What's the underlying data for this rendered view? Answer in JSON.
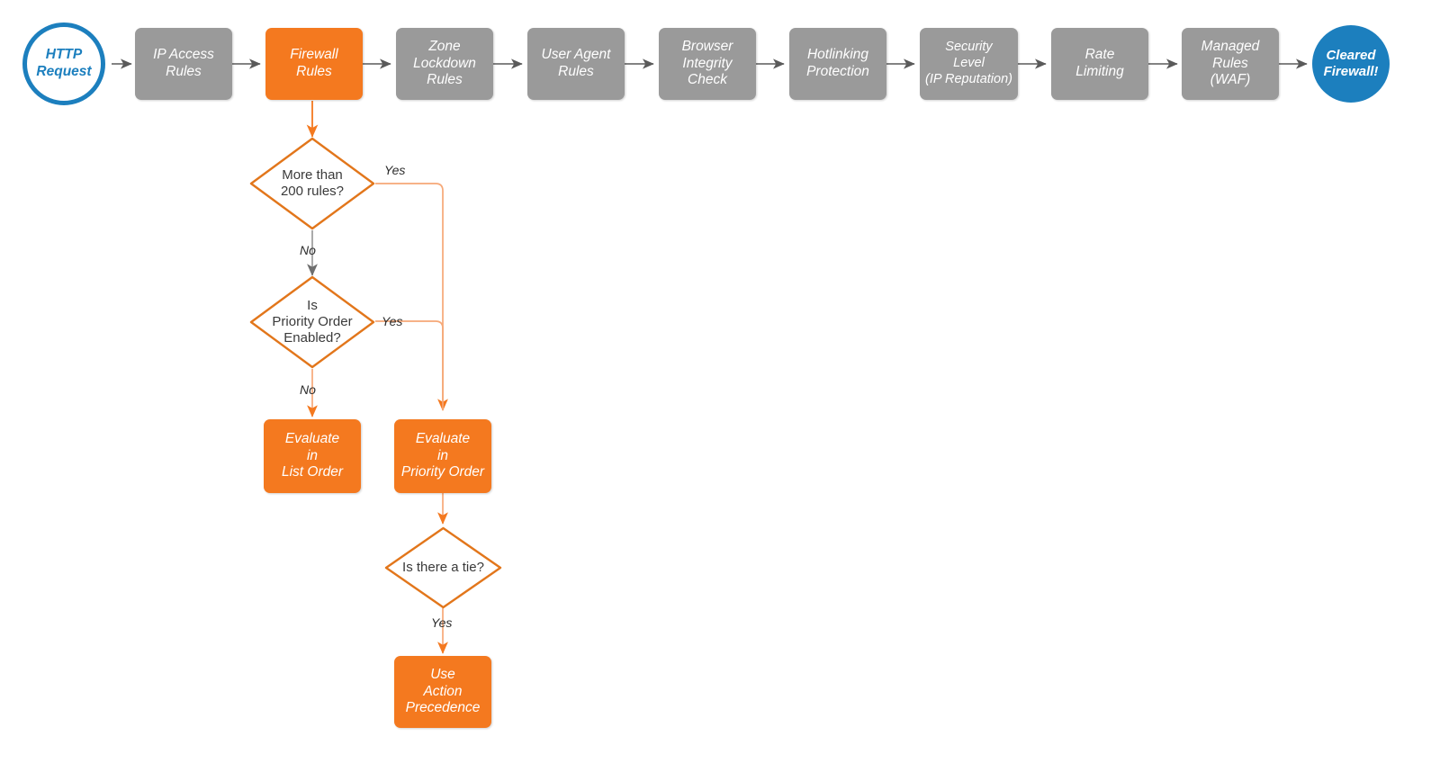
{
  "diagram": {
    "title": "Cloudflare firewall request evaluation order flowchart",
    "colors": {
      "gray_node": "#9a9a9a",
      "orange_node": "#f4791f",
      "blue_accent": "#1c7fbe",
      "orange_stroke": "#e2761b",
      "light_orange_edge": "#f6a877",
      "gray_edge": "#5a5a5a",
      "background": "#ffffff",
      "decision_text": "#3a3a3a"
    },
    "pipeline": [
      {
        "id": "http-request",
        "label": "HTTP\nRequest",
        "shape": "circle-open",
        "style": "blue"
      },
      {
        "id": "ip-access-rules",
        "label": "IP Access\nRules",
        "shape": "process",
        "style": "gray"
      },
      {
        "id": "firewall-rules",
        "label": "Firewall\nRules",
        "shape": "process",
        "style": "orange"
      },
      {
        "id": "zone-lockdown-rules",
        "label": "Zone\nLockdown\nRules",
        "shape": "process",
        "style": "gray"
      },
      {
        "id": "user-agent-rules",
        "label": "User Agent\nRules",
        "shape": "process",
        "style": "gray"
      },
      {
        "id": "browser-integrity-check",
        "label": "Browser\nIntegrity\nCheck",
        "shape": "process",
        "style": "gray"
      },
      {
        "id": "hotlinking-protection",
        "label": "Hotlinking\nProtection",
        "shape": "process",
        "style": "gray"
      },
      {
        "id": "security-level",
        "label": "Security\nLevel\n(IP Reputation)",
        "shape": "process",
        "style": "gray"
      },
      {
        "id": "rate-limiting",
        "label": "Rate\nLimiting",
        "shape": "process",
        "style": "gray"
      },
      {
        "id": "managed-rules-waf",
        "label": "Managed\nRules\n(WAF)",
        "shape": "process",
        "style": "gray"
      },
      {
        "id": "cleared-firewall",
        "label": "Cleared\nFirewall!",
        "shape": "circle-filled",
        "style": "blue"
      }
    ],
    "branch": {
      "decision_more_than_200_rules": "More than\n200 rules?",
      "decision_priority_order_enabled": "Is\nPriority Order\nEnabled?",
      "decision_is_there_a_tie": "Is there a tie?",
      "action_evaluate_list_order": "Evaluate\nin\nList Order",
      "action_evaluate_priority_order": "Evaluate\nin\nPriority Order",
      "action_use_action_precedence": "Use\nAction\nPrecedence"
    },
    "edge_labels": {
      "yes_more_than_200": "Yes",
      "no_more_than_200": "No",
      "yes_priority_enabled": "Yes",
      "no_priority_enabled": "No",
      "yes_is_there_a_tie": "Yes"
    }
  }
}
